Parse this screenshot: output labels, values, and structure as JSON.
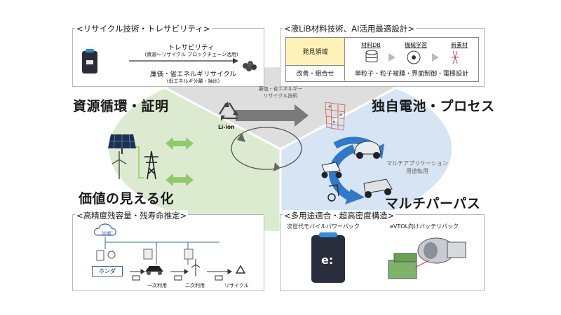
{
  "top_left": {
    "heading": "<リサイクル技術・トレサビリティ>",
    "trace_label": "トレサビリティ",
    "trace_sub": "(資源～リサイクル ブロックチェーン活用)",
    "recycle_label": "廉価・省エネルギリサイクル",
    "recycle_sub": "(低エネルギ分離・抽出)"
  },
  "top_right": {
    "heading": "<液LiB材料技術、AI活用最適設計>",
    "discovery_label": "発見領域",
    "improve_label": "改善・組合せ",
    "steps": [
      "材料DB",
      "機械学習",
      "新素材"
    ],
    "improve_detail": "単粒子・粒子被膜・界面制御・電極設計"
  },
  "center": {
    "recycle_tech": "廉価・省エネルギー\nリサイクル技術",
    "li_ion": "Li-ion",
    "multi_app": "マルチアプリケーション\n用途転用"
  },
  "quadrants": {
    "resource": "資源循環・証明",
    "battery": "独自電池・プロセス",
    "value": "価値の見える化",
    "multi": "マルチパーパス"
  },
  "bottom_left": {
    "heading": "<高精度残容量・残寿命推定>",
    "diagnosis": "診断",
    "honda": "ホンダ",
    "first_use": "一次利用",
    "second_use": "二次利用",
    "recycle": "リサイクル"
  },
  "bottom_right": {
    "heading": "<多用途適合・超高密度構造>",
    "mobile_pack": "次世代モバイルパワーパック",
    "evtol_pack": "eVTOL向けバッテリパック",
    "pack_logo": "e:"
  },
  "colors": {
    "green_zone": "#dcead0",
    "blue_zone": "#d6e4f4",
    "gray_zone": "#dedede",
    "arrow_green": "#8fcb6b",
    "arrow_blue": "#2e79c8",
    "arrow_gray": "#7a7a7a",
    "table_yellow": "#fff2b8",
    "box_blue": "#2f68b3"
  }
}
